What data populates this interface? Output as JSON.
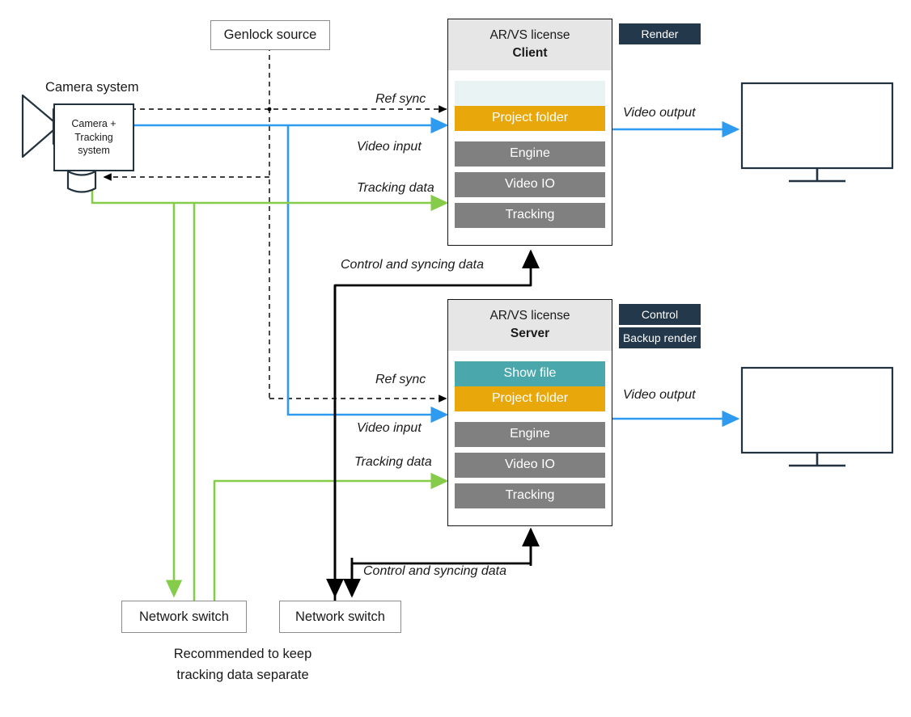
{
  "diagram": {
    "title": "AR/VS client-server signal flow diagram",
    "colors": {
      "navy_badge": "#23384b",
      "orange": "#e8a80c",
      "teal": "#4aa7ab",
      "gray_module": "#808080",
      "pale": "#eaf3f4",
      "blue_video": "#2e9bf0",
      "green_tracking": "#84cc4a",
      "black_control": "#000000",
      "header_gray": "#e6e6e6",
      "outline_dark": "#22333f"
    }
  },
  "camera": {
    "label": "Camera system",
    "body_text": "Camera +\nTracking\nsystem",
    "body_line1": "Camera +",
    "body_line2": "Tracking",
    "body_line3": "system"
  },
  "genlock": {
    "label": "Genlock source"
  },
  "client": {
    "header_line1": "AR/VS license",
    "header_line2": "Client",
    "bars": [
      {
        "label": "",
        "color": "#eaf3f4",
        "name": "show-file-placeholder"
      },
      {
        "label": "Project folder",
        "color": "#e8a80c",
        "name": "project-folder"
      },
      {
        "label": "Engine",
        "color": "#808080",
        "name": "engine"
      },
      {
        "label": "Video IO",
        "color": "#808080",
        "name": "video-io"
      },
      {
        "label": "Tracking",
        "color": "#808080",
        "name": "tracking"
      }
    ],
    "badges": [
      {
        "label": "Render"
      }
    ]
  },
  "server": {
    "header_line1": "AR/VS license",
    "header_line2": "Server",
    "bars": [
      {
        "label": "Show file",
        "color": "#4aa7ab",
        "name": "show-file"
      },
      {
        "label": "Project folder",
        "color": "#e8a80c",
        "name": "project-folder"
      },
      {
        "label": "Engine",
        "color": "#808080",
        "name": "engine"
      },
      {
        "label": "Video IO",
        "color": "#808080",
        "name": "video-io"
      },
      {
        "label": "Tracking",
        "color": "#808080",
        "name": "tracking"
      }
    ],
    "badges": [
      {
        "label": "Control"
      },
      {
        "label": "Backup render"
      }
    ]
  },
  "switches": {
    "left": {
      "label": "Network switch"
    },
    "right": {
      "label": "Network switch"
    }
  },
  "caption": {
    "line1": "Recommended to keep",
    "line2": "tracking data separate"
  },
  "wire_labels": {
    "client_ref_sync": "Ref sync",
    "client_video_input": "Video input",
    "client_tracking_data": "Tracking data",
    "client_video_output": "Video output",
    "client_control_sync": "Control and syncing data",
    "server_ref_sync": "Ref sync",
    "server_video_input": "Video input",
    "server_tracking_data": "Tracking data",
    "server_video_output": "Video output",
    "server_control_sync": "Control and syncing data"
  },
  "monitors": {
    "top": {
      "name": "client-monitor"
    },
    "bottom": {
      "name": "server-monitor"
    }
  }
}
